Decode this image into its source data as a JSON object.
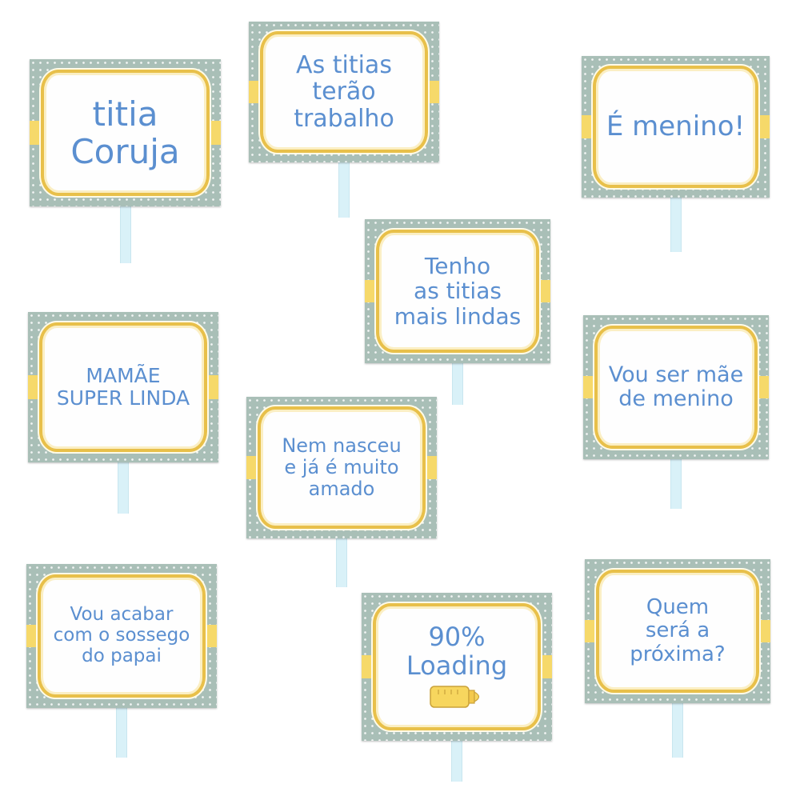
{
  "colors": {
    "board": "#a9bfb7",
    "frame_border": "#e8c04a",
    "ribbon": "#f6d96a",
    "text": "#5b8fd0",
    "stick": "#d9f1f8"
  },
  "signs": [
    {
      "id": "titia-coruja",
      "text": "titia\nCoruja"
    },
    {
      "id": "as-titias-terao-trabalho",
      "text": "As titias\nterão\ntrabalho"
    },
    {
      "id": "e-menino",
      "text": "É menino!"
    },
    {
      "id": "tenho-as-titias",
      "text": "Tenho\nas titias\nmais lindas"
    },
    {
      "id": "mamae-super-linda",
      "text": "MAMÃE\nSUPER LINDA"
    },
    {
      "id": "vou-ser-mae",
      "text": "Vou ser mãe\nde menino"
    },
    {
      "id": "nem-nasceu",
      "text": "Nem nasceu\ne já é muito\namado"
    },
    {
      "id": "vou-acabar",
      "text": "Vou acabar\ncom o sossego\ndo papai"
    },
    {
      "id": "loading",
      "text": "90%\nLoading",
      "icon": "baby-bottle-icon"
    },
    {
      "id": "quem-sera",
      "text": "Quem\nserá a\npróxima?"
    }
  ]
}
